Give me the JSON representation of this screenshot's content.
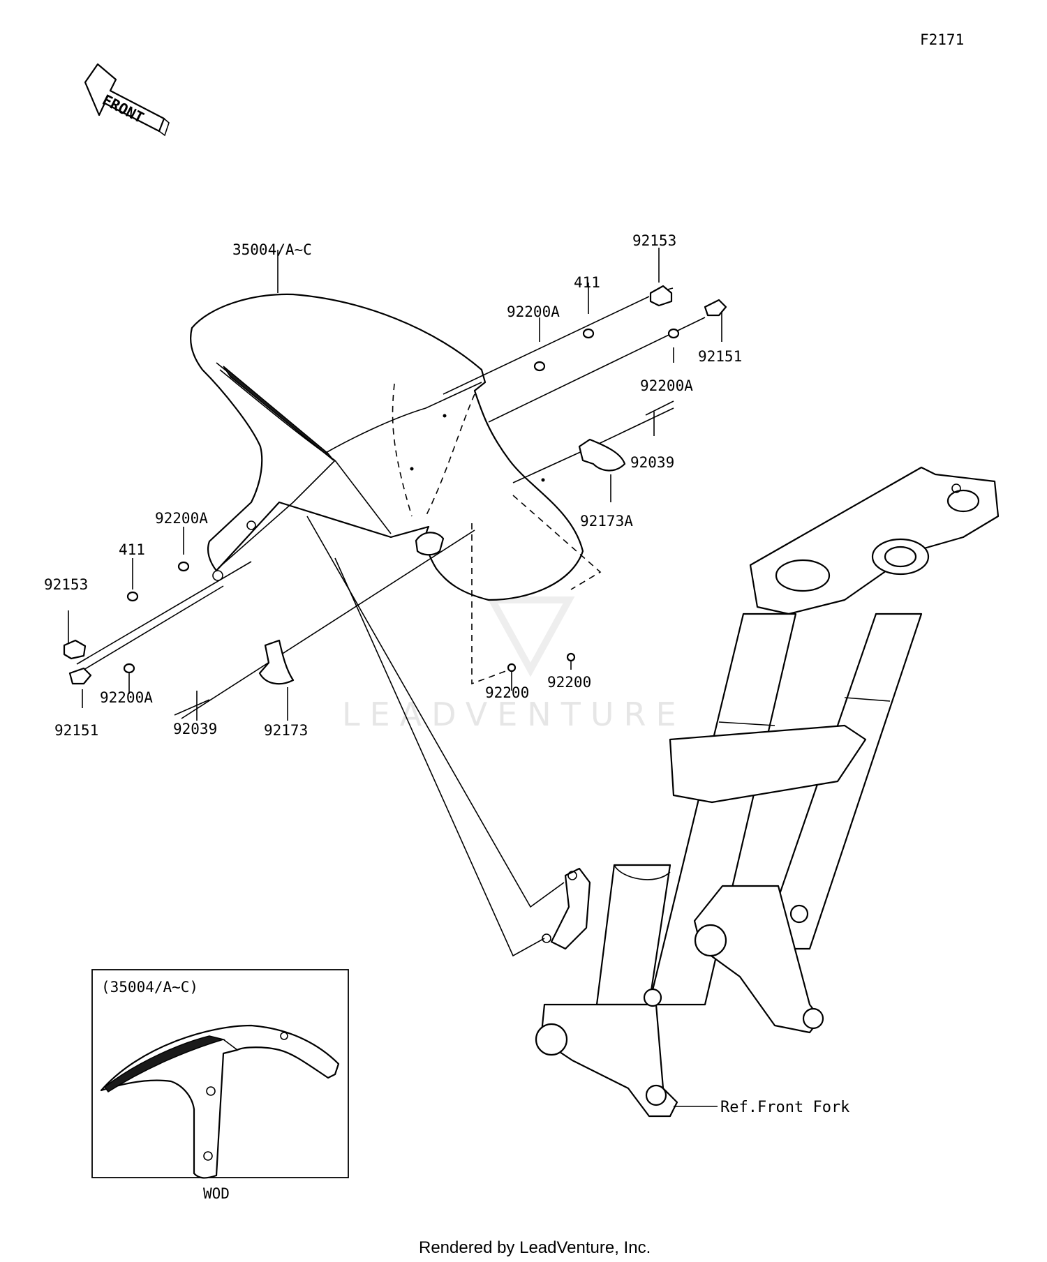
{
  "diagram_code": "F2171",
  "front_indicator": "FRONT",
  "parts": {
    "fender": "35004/A~C",
    "bolt_92153_right": "92153",
    "collar_411_right": "411",
    "washer_92200A_right_upper": "92200A",
    "bolt_92151_right": "92151",
    "washer_92200A_right_lower": "92200A",
    "clip_92039_right": "92039",
    "clamp_92173A": "92173A",
    "washer_92200A_left": "92200A",
    "collar_411_left": "411",
    "bolt_92153_left": "92153",
    "bolt_92151_left": "92151",
    "washer_92200A_left_lower": "92200A",
    "clip_92039_left": "92039",
    "clamp_92173": "92173",
    "nut_92200_center": "92200",
    "nut_92200_right": "92200"
  },
  "ref_front_fork": "Ref.Front Fork",
  "inset": {
    "title": "(35004/A~C)",
    "caption": "WOD"
  },
  "watermark": "LEADVENTURE",
  "footer": "Rendered by LeadVenture, Inc."
}
